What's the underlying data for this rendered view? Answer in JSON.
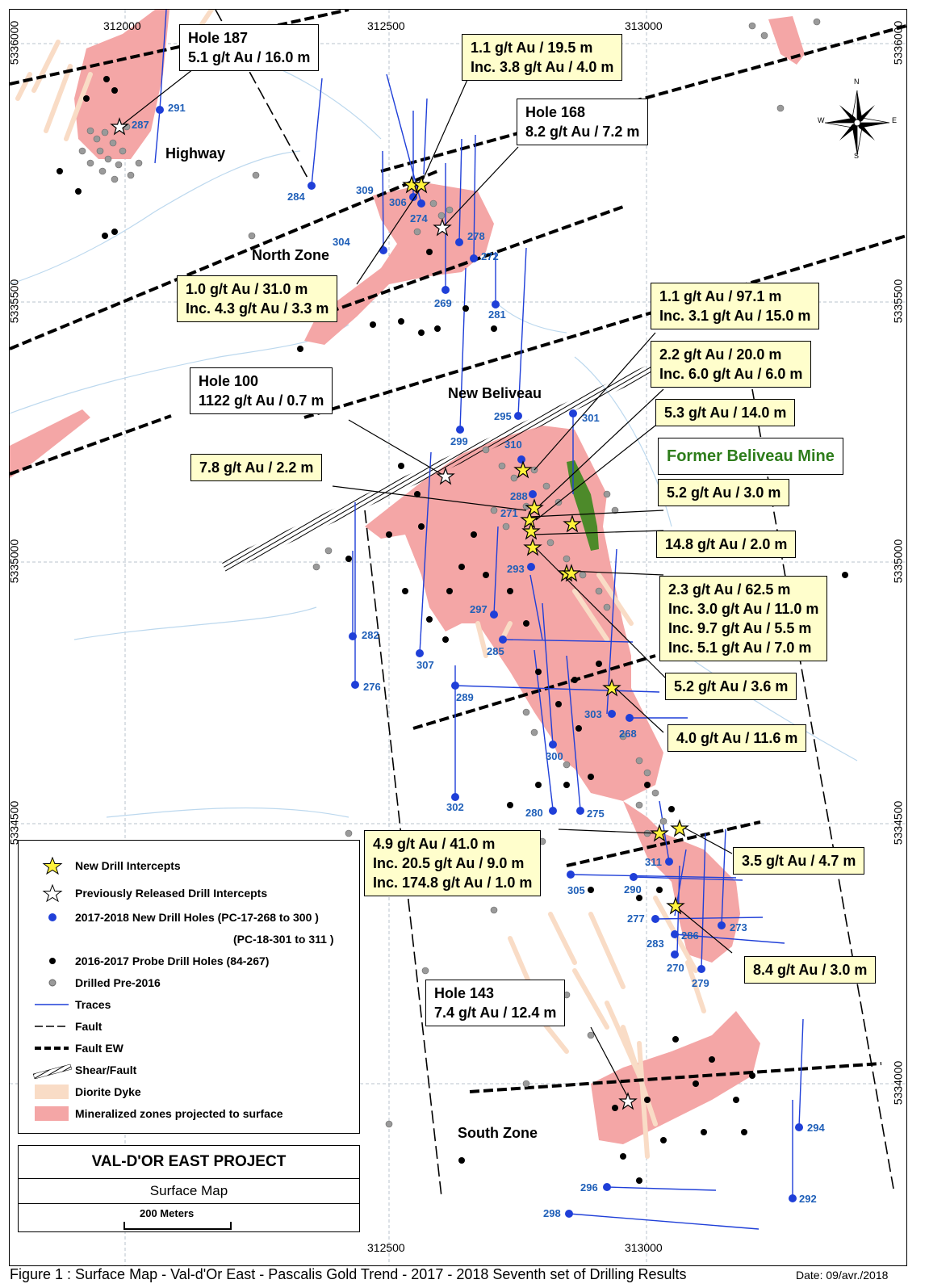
{
  "coords": {
    "top_x": [
      "312000",
      "312500",
      "313000"
    ],
    "bottom_x": [
      "312500",
      "313000"
    ],
    "left_y": [
      "5336000",
      "5335500",
      "5335000",
      "5334500"
    ],
    "right_y": [
      "5336000",
      "5335500",
      "5335000",
      "5334500",
      "5334000"
    ]
  },
  "zones": {
    "highway": "Highway",
    "north": "North Zone",
    "new_beliveau": "New Beliveau",
    "south": "South Zone"
  },
  "callouts": [
    {
      "id": "hole187",
      "style": "white",
      "lines": [
        "Hole 187",
        "5.1 g/t Au / 16.0 m"
      ]
    },
    {
      "id": "c-1-1-19-5",
      "style": "yellow",
      "lines": [
        "1.1 g/t Au / 19.5 m",
        "Inc. 3.8 g/t Au / 4.0 m"
      ]
    },
    {
      "id": "hole168",
      "style": "white",
      "lines": [
        "Hole 168",
        "8.2 g/t Au / 7.2 m"
      ]
    },
    {
      "id": "c-1-0-31-0",
      "style": "yellow",
      "lines": [
        "1.0 g/t Au / 31.0 m",
        "Inc. 4.3 g/t Au / 3.3 m"
      ]
    },
    {
      "id": "c-1-1-97-1",
      "style": "yellow",
      "lines": [
        "1.1 g/t Au / 97.1 m",
        "Inc. 3.1 g/t Au / 15.0 m"
      ]
    },
    {
      "id": "c-2-2-20-0",
      "style": "yellow",
      "lines": [
        "2.2 g/t Au / 20.0 m",
        "Inc. 6.0 g/t Au / 6.0 m"
      ]
    },
    {
      "id": "hole100",
      "style": "white",
      "lines": [
        "Hole 100",
        "1122 g/t Au / 0.7 m"
      ]
    },
    {
      "id": "c-5-3-14-0",
      "style": "yellow",
      "lines": [
        "5.3 g/t Au / 14.0 m"
      ]
    },
    {
      "id": "former-mine",
      "style": "green",
      "lines": [
        "Former Beliveau Mine"
      ]
    },
    {
      "id": "c-7-8-2-2",
      "style": "yellow",
      "lines": [
        "7.8 g/t Au / 2.2 m"
      ]
    },
    {
      "id": "c-5-2-3-0",
      "style": "yellow",
      "lines": [
        "5.2 g/t Au / 3.0 m"
      ]
    },
    {
      "id": "c-14-8-2-0",
      "style": "yellow",
      "lines": [
        "14.8 g/t Au / 2.0 m"
      ]
    },
    {
      "id": "c-2-3-62-5",
      "style": "yellow",
      "lines": [
        "2.3 g/t Au / 62.5 m",
        "Inc. 3.0 g/t Au / 11.0 m",
        "Inc. 9.7 g/t Au / 5.5 m",
        "Inc. 5.1 g/t Au / 7.0 m"
      ]
    },
    {
      "id": "c-5-2-3-6",
      "style": "yellow",
      "lines": [
        "5.2 g/t Au / 3.6 m"
      ]
    },
    {
      "id": "c-4-0-11-6",
      "style": "yellow",
      "lines": [
        "4.0 g/t Au / 11.6 m"
      ]
    },
    {
      "id": "c-4-9-41-0",
      "style": "yellow",
      "lines": [
        "4.9 g/t Au / 41.0 m",
        "Inc. 20.5 g/t Au / 9.0 m",
        "Inc. 174.8 g/t Au / 1.0 m"
      ]
    },
    {
      "id": "c-3-5-4-7",
      "style": "yellow",
      "lines": [
        "3.5 g/t Au / 4.7 m"
      ]
    },
    {
      "id": "c-8-4-3-0",
      "style": "yellow",
      "lines": [
        "8.4 g/t Au / 3.0 m"
      ]
    },
    {
      "id": "hole143",
      "style": "white",
      "lines": [
        "Hole 143",
        "7.4 g/t Au / 12.4 m"
      ]
    }
  ],
  "holes": [
    "291",
    "287",
    "284",
    "309",
    "306",
    "274",
    "304",
    "278",
    "272",
    "269",
    "281",
    "295",
    "301",
    "299",
    "310",
    "288",
    "271",
    "293",
    "297",
    "285",
    "307",
    "282",
    "276",
    "289",
    "303",
    "268",
    "300",
    "302",
    "280",
    "275",
    "311",
    "305",
    "290",
    "277",
    "283",
    "286",
    "273",
    "270",
    "279",
    "296",
    "298",
    "294",
    "292"
  ],
  "legend": {
    "items": [
      "New Drill Intercepts",
      "Previously Released Drill Intercepts",
      "2017-2018 New Drill Holes (PC-17-268 to 300 )",
      "(PC-18-301 to 311 )",
      "2016-2017 Probe Drill Holes (84-267)",
      "Drilled Pre-2016",
      "Traces",
      "Fault",
      "Fault EW",
      "Shear/Fault",
      "Diorite Dyke",
      "Mineralized zones projected to surface"
    ]
  },
  "title_block": {
    "project": "VAL-D'OR EAST PROJECT",
    "map_type": "Surface Map",
    "scale": "200 Meters"
  },
  "compass": {
    "n": "N",
    "s": "S",
    "e": "E",
    "w": "W"
  },
  "caption": "Figure 1 : Surface Map - Val-d'Or East - Pascalis Gold Trend - 2017 - 2018 Seventh set of Drilling Results",
  "date": "Date: 09/avr./2018",
  "colors": {
    "mineralized": "#f4a6a6",
    "dyke": "#f9dcc6",
    "hole": "#1f3fd8",
    "intercept_new": "#fff23a",
    "callout_bg": "#fffecc",
    "mine": "#2e7d1b"
  }
}
